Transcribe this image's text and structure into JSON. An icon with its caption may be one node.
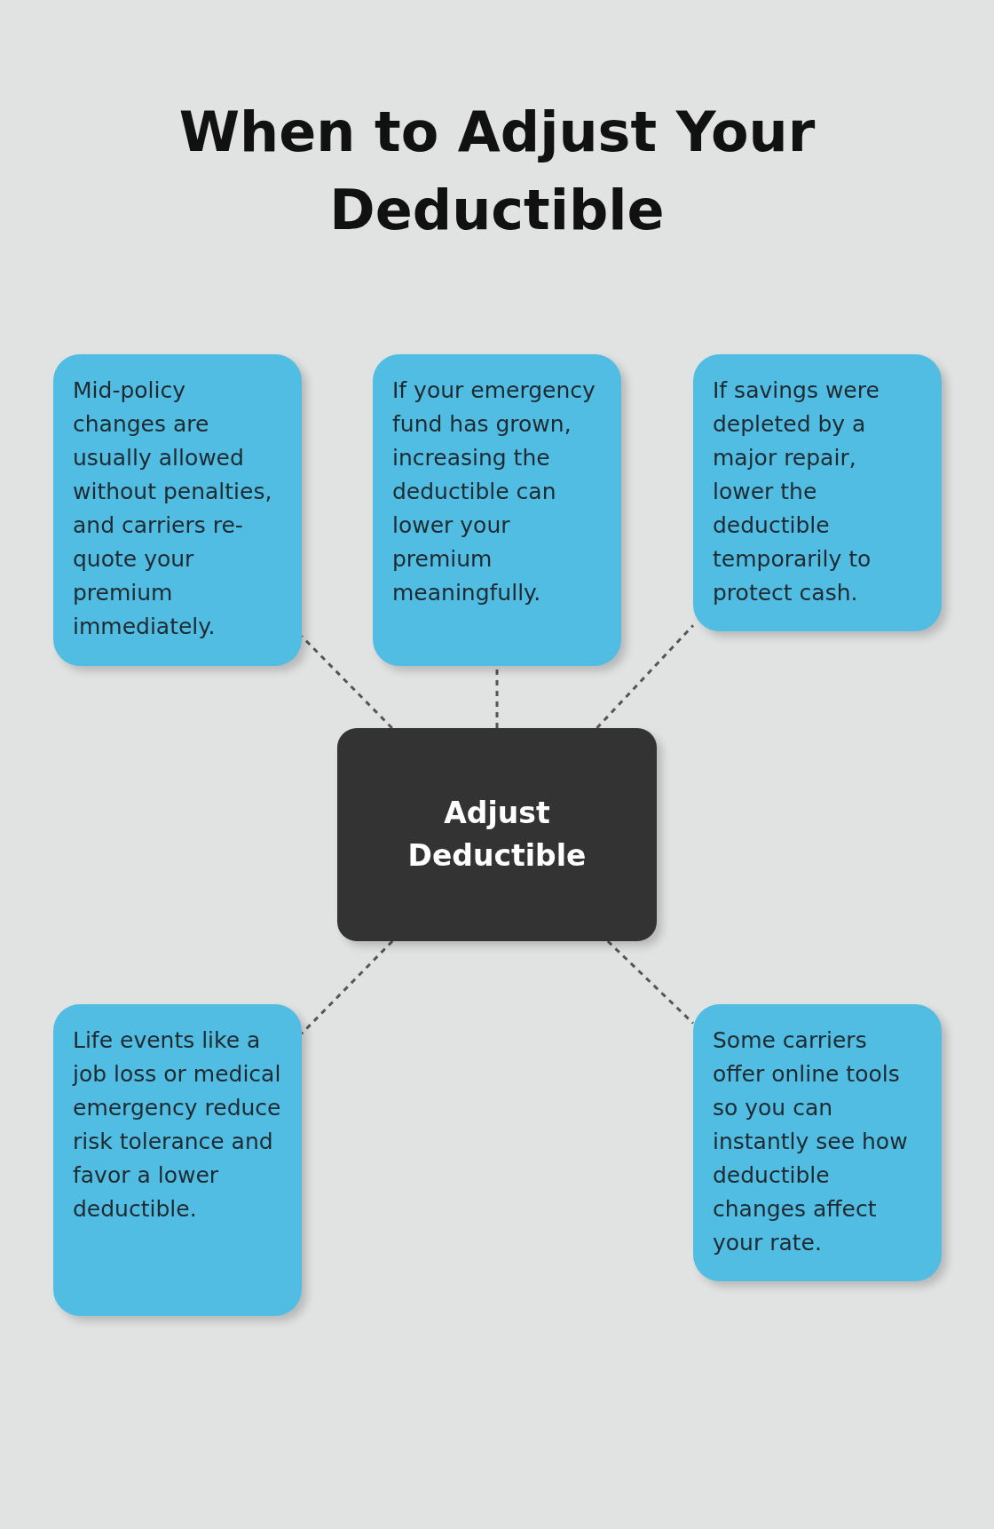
{
  "diagram": {
    "title": "When to Adjust Your Deductible",
    "nodes": [
      {
        "text": [
          "Mid-policy changes are usually allowed without penalties, and carriers re-quote your premium immediately."
        ]
      },
      {
        "text": [
          "If your emergency fund has grown, increasing the deductible can lower your premium meaningfully."
        ]
      },
      {
        "text": [
          "If savings were depleted by a major repair, lower the deductible temporarily to protect cash."
        ]
      },
      {
        "text": [
          "Adjust Deductible"
        ]
      },
      {
        "text": [
          "Life events like a job loss or medical emergency reduce risk tolerance and favor a lower deductible."
        ]
      },
      {
        "text": [
          "Some carriers offer online tools so you can instantly see how deductible changes affect your rate."
        ]
      }
    ],
    "edges": [
      {
        "from": 3,
        "to": 0,
        "arrow": "none",
        "style": "dashed"
      },
      {
        "from": 3,
        "to": 1,
        "arrow": "none",
        "style": "dashed"
      },
      {
        "from": 3,
        "to": 2,
        "arrow": "none",
        "style": "dashed"
      },
      {
        "from": 3,
        "to": 4,
        "arrow": "none",
        "style": "dashed"
      },
      {
        "from": 3,
        "to": 5,
        "arrow": "none",
        "style": "dashed"
      }
    ]
  }
}
